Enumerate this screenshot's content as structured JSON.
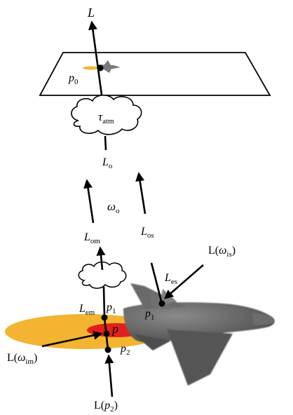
{
  "labels": {
    "L": "L",
    "p0": {
      "main": "p",
      "sub": "0"
    },
    "tau_atm": {
      "main": "τ",
      "sub": "atm"
    },
    "L_o": {
      "main": "L",
      "sub": "o"
    },
    "omega_o": {
      "main": "ω",
      "sub": "o"
    },
    "L_om": {
      "main": "L",
      "sub": "om"
    },
    "L_os": {
      "main": "L",
      "sub": "os"
    },
    "L_omega_is": {
      "pre": "L(",
      "main": "ω",
      "sub": "is",
      "post": ")"
    },
    "L_es": {
      "main": "L",
      "sub": "es"
    },
    "L_em": {
      "main": "L",
      "sub": "em"
    },
    "p1_left": {
      "main": "p",
      "sub": "1"
    },
    "p1_right": {
      "main": "p",
      "sub": "1"
    },
    "p": "p",
    "p2": {
      "main": "p",
      "sub": "2"
    },
    "L_omega_im": {
      "pre": "L(",
      "main": "ω",
      "sub": "im",
      "post": ")"
    },
    "L_p2": {
      "pre": "L(",
      "main": "p",
      "sub": "2",
      "post": ")"
    }
  },
  "colors": {
    "footprint_yellow": "#f3b431",
    "footprint_red": "#e41e1e",
    "aircraft_gray": "#5e5e5e",
    "ink": "#000000"
  }
}
